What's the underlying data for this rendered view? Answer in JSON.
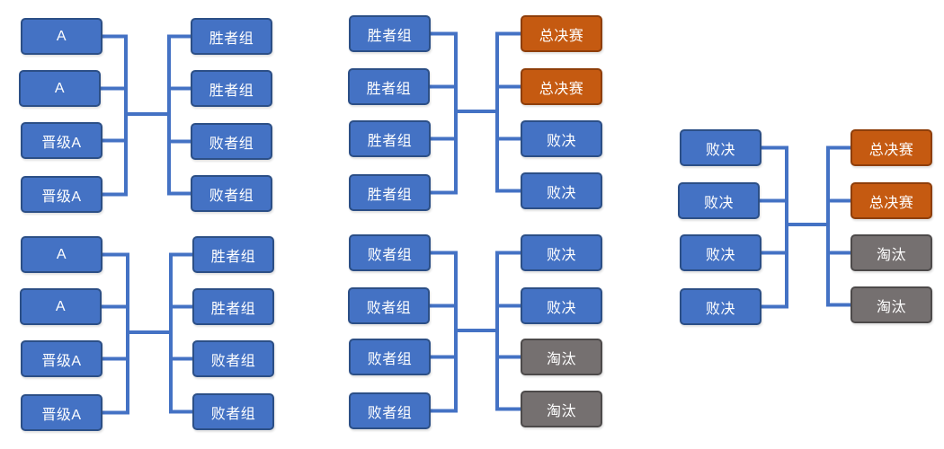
{
  "colors": {
    "advance": "#4472c4",
    "final": "#c55a11",
    "eliminated": "#757070",
    "connector": "#4472c4"
  },
  "brackets": [
    {
      "inputs": [
        {
          "label": "A",
          "style": "advance"
        },
        {
          "label": "A",
          "style": "advance"
        },
        {
          "label": "晋级A",
          "style": "advance"
        },
        {
          "label": "晋级A",
          "style": "advance"
        }
      ],
      "outputs": [
        {
          "label": "胜者组",
          "style": "advance"
        },
        {
          "label": "胜者组",
          "style": "advance"
        },
        {
          "label": "败者组",
          "style": "advance"
        },
        {
          "label": "败者组",
          "style": "advance"
        }
      ]
    },
    {
      "inputs": [
        {
          "label": "A",
          "style": "advance"
        },
        {
          "label": "A",
          "style": "advance"
        },
        {
          "label": "晋级A",
          "style": "advance"
        },
        {
          "label": "晋级A",
          "style": "advance"
        }
      ],
      "outputs": [
        {
          "label": "胜者组",
          "style": "advance"
        },
        {
          "label": "胜者组",
          "style": "advance"
        },
        {
          "label": "败者组",
          "style": "advance"
        },
        {
          "label": "败者组",
          "style": "advance"
        }
      ]
    },
    {
      "inputs": [
        {
          "label": "胜者组",
          "style": "advance"
        },
        {
          "label": "胜者组",
          "style": "advance"
        },
        {
          "label": "胜者组",
          "style": "advance"
        },
        {
          "label": "胜者组",
          "style": "advance"
        }
      ],
      "outputs": [
        {
          "label": "总决赛",
          "style": "final"
        },
        {
          "label": "总决赛",
          "style": "final"
        },
        {
          "label": "败决",
          "style": "advance"
        },
        {
          "label": "败决",
          "style": "advance"
        }
      ]
    },
    {
      "inputs": [
        {
          "label": "败者组",
          "style": "advance"
        },
        {
          "label": "败者组",
          "style": "advance"
        },
        {
          "label": "败者组",
          "style": "advance"
        },
        {
          "label": "败者组",
          "style": "advance"
        }
      ],
      "outputs": [
        {
          "label": "败决",
          "style": "advance"
        },
        {
          "label": "败决",
          "style": "advance"
        },
        {
          "label": "淘汰",
          "style": "eliminated"
        },
        {
          "label": "淘汰",
          "style": "eliminated"
        }
      ]
    },
    {
      "inputs": [
        {
          "label": "败决",
          "style": "advance"
        },
        {
          "label": "败决",
          "style": "advance"
        },
        {
          "label": "败决",
          "style": "advance"
        },
        {
          "label": "败决",
          "style": "advance"
        }
      ],
      "outputs": [
        {
          "label": "总决赛",
          "style": "final"
        },
        {
          "label": "总决赛",
          "style": "final"
        },
        {
          "label": "淘汰",
          "style": "eliminated"
        },
        {
          "label": "淘汰",
          "style": "eliminated"
        }
      ]
    }
  ]
}
